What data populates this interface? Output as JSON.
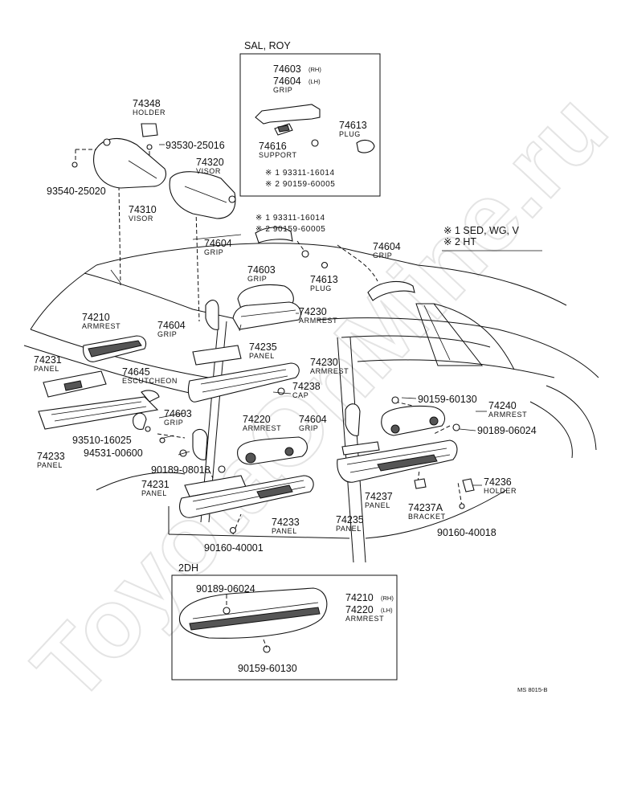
{
  "watermark": "ToyotaOnMine.ru",
  "boxes": {
    "sal_roy": {
      "title": "SAL, ROY",
      "grip_rh": "74603",
      "grip_rh_side": "(RH)",
      "grip_lh": "74604",
      "grip_lh_side": "(LH)",
      "grip_name": "GRIP",
      "plug_no": "74613",
      "plug_name": "PLUG",
      "support_no": "74616",
      "support_name": "SUPPORT",
      "screw1": "※ 1 93311-16014",
      "screw2": "※ 2 90159-60005"
    },
    "dh2": {
      "title": "2DH",
      "screw_top": "90189-06024",
      "armrest_rh": "74210",
      "armrest_rh_side": "(RH)",
      "armrest_lh": "74220",
      "armrest_lh_side": "(LH)",
      "armrest_name": "ARMREST",
      "screw_bottom": "90159-60130"
    }
  },
  "legend": {
    "item1": "※ 1 SED, WG, V",
    "item2": "※ 2 HT"
  },
  "screw_notes": {
    "line1": "※ 1 93311-16014",
    "line2": "※ 2 90159-60005"
  },
  "labels": {
    "holder_74348": {
      "no": "74348",
      "name": "HOLDER"
    },
    "p93530": {
      "no": "93530-25016"
    },
    "p93540": {
      "no": "93540-25020"
    },
    "visor_74320": {
      "no": "74320",
      "name": "VISOR"
    },
    "visor_74310": {
      "no": "74310",
      "name": "VISOR"
    },
    "grip_74604_a": {
      "no": "74604",
      "name": "GRIP"
    },
    "grip_74604_b": {
      "no": "74604",
      "name": "GRIP"
    },
    "grip_74603_a": {
      "no": "74603",
      "name": "GRIP"
    },
    "plug_74613": {
      "no": "74613",
      "name": "PLUG"
    },
    "armrest_74210": {
      "no": "74210",
      "name": "ARMREST"
    },
    "grip_74604_c": {
      "no": "74604",
      "name": "GRIP"
    },
    "armrest_74230_a": {
      "no": "74230",
      "name": "ARMREST"
    },
    "panel_74235_a": {
      "no": "74235",
      "name": "PANEL"
    },
    "armrest_74230_b": {
      "no": "74230",
      "name": "ARMREST"
    },
    "panel_74231_a": {
      "no": "74231",
      "name": "PANEL"
    },
    "escutcheon_74645": {
      "no": "74645",
      "name": "ESCUTCHEON"
    },
    "cap_74238": {
      "no": "74238",
      "name": "CAP"
    },
    "p90159_60130": {
      "no": "90159-60130"
    },
    "armrest_74240": {
      "no": "74240",
      "name": "ARMREST"
    },
    "grip_74603_b": {
      "no": "74603",
      "name": "GRIP"
    },
    "armrest_74220": {
      "no": "74220",
      "name": "ARMREST"
    },
    "grip_74604_d": {
      "no": "74604",
      "name": "GRIP"
    },
    "p90189_06024": {
      "no": "90189-06024"
    },
    "p93510": {
      "no": "93510-16025"
    },
    "p94531": {
      "no": "94531-00600"
    },
    "panel_74233_a": {
      "no": "74233",
      "name": "PANEL"
    },
    "p90189_08018": {
      "no": "90189-08018"
    },
    "panel_74231_b": {
      "no": "74231",
      "name": "PANEL"
    },
    "holder_74236": {
      "no": "74236",
      "name": "HOLDER"
    },
    "panel_74237": {
      "no": "74237",
      "name": "PANEL"
    },
    "bracket_74237A": {
      "no": "74237A",
      "name": "BRACKET"
    },
    "panel_74233_b": {
      "no": "74233",
      "name": "PANEL"
    },
    "panel_74235_b": {
      "no": "74235",
      "name": "PANEL"
    },
    "p90160_40018": {
      "no": "90160-40018"
    },
    "p90160_40001": {
      "no": "90160-40001"
    }
  },
  "drawing_code": "MS 8015-B"
}
